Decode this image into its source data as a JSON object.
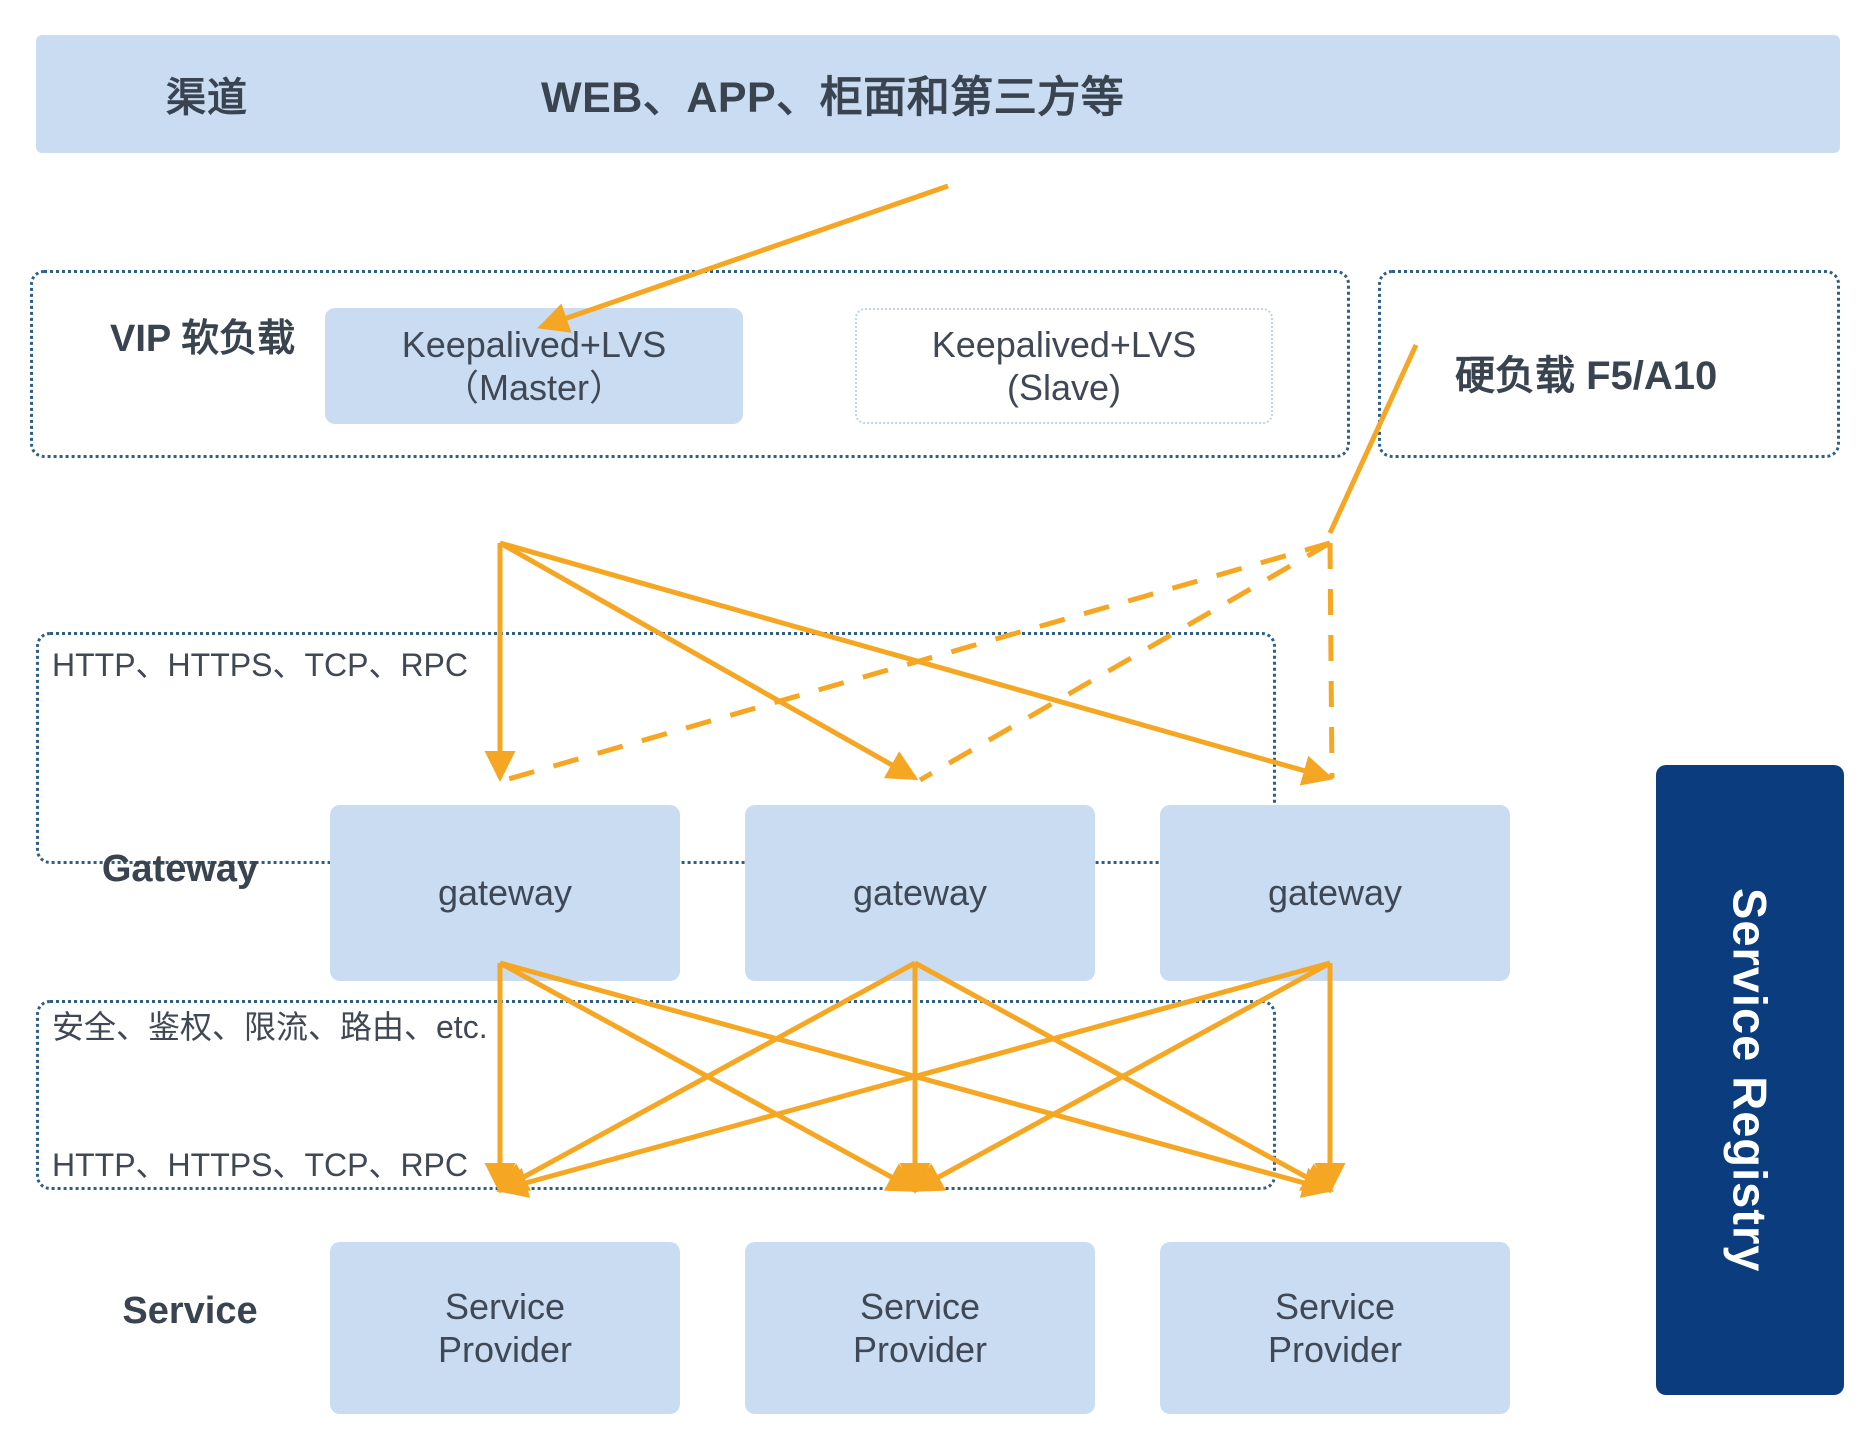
{
  "diagram": {
    "accent_arrow_color": "#f5a623",
    "box_fill": "#c9dcf2",
    "container_border": "#2e5f86",
    "registry_bg": "#0b3c7e",
    "text_color": "#3a4450"
  },
  "channel": {
    "label": "渠道",
    "title": "WEB、APP、柜面和第三方等"
  },
  "vip": {
    "title": "VIP\n软负载",
    "nodes": [
      {
        "text": "Keepalived+LVS\n（Master）",
        "state": "active"
      },
      {
        "text": "Keepalived+LVS\n(Slave)",
        "state": "standby"
      }
    ]
  },
  "hardware_lb": {
    "text": "硬负载  F5/A10"
  },
  "gateway": {
    "title": "Gateway",
    "nodes": [
      {
        "text": "gateway"
      },
      {
        "text": "gateway"
      },
      {
        "text": "gateway"
      }
    ],
    "feature_label": "安全、鉴权、限流、路由、etc."
  },
  "service": {
    "title": "Service",
    "nodes": [
      {
        "text": "Service\nProvider"
      },
      {
        "text": "Service\nProvider"
      },
      {
        "text": "Service\nProvider"
      }
    ]
  },
  "protocols": {
    "vip_to_gateway": "HTTP、HTTPS、TCP、RPC",
    "gateway_to_service": "HTTP、HTTPS、TCP、RPC"
  },
  "registry": {
    "text": "Service Registry"
  }
}
